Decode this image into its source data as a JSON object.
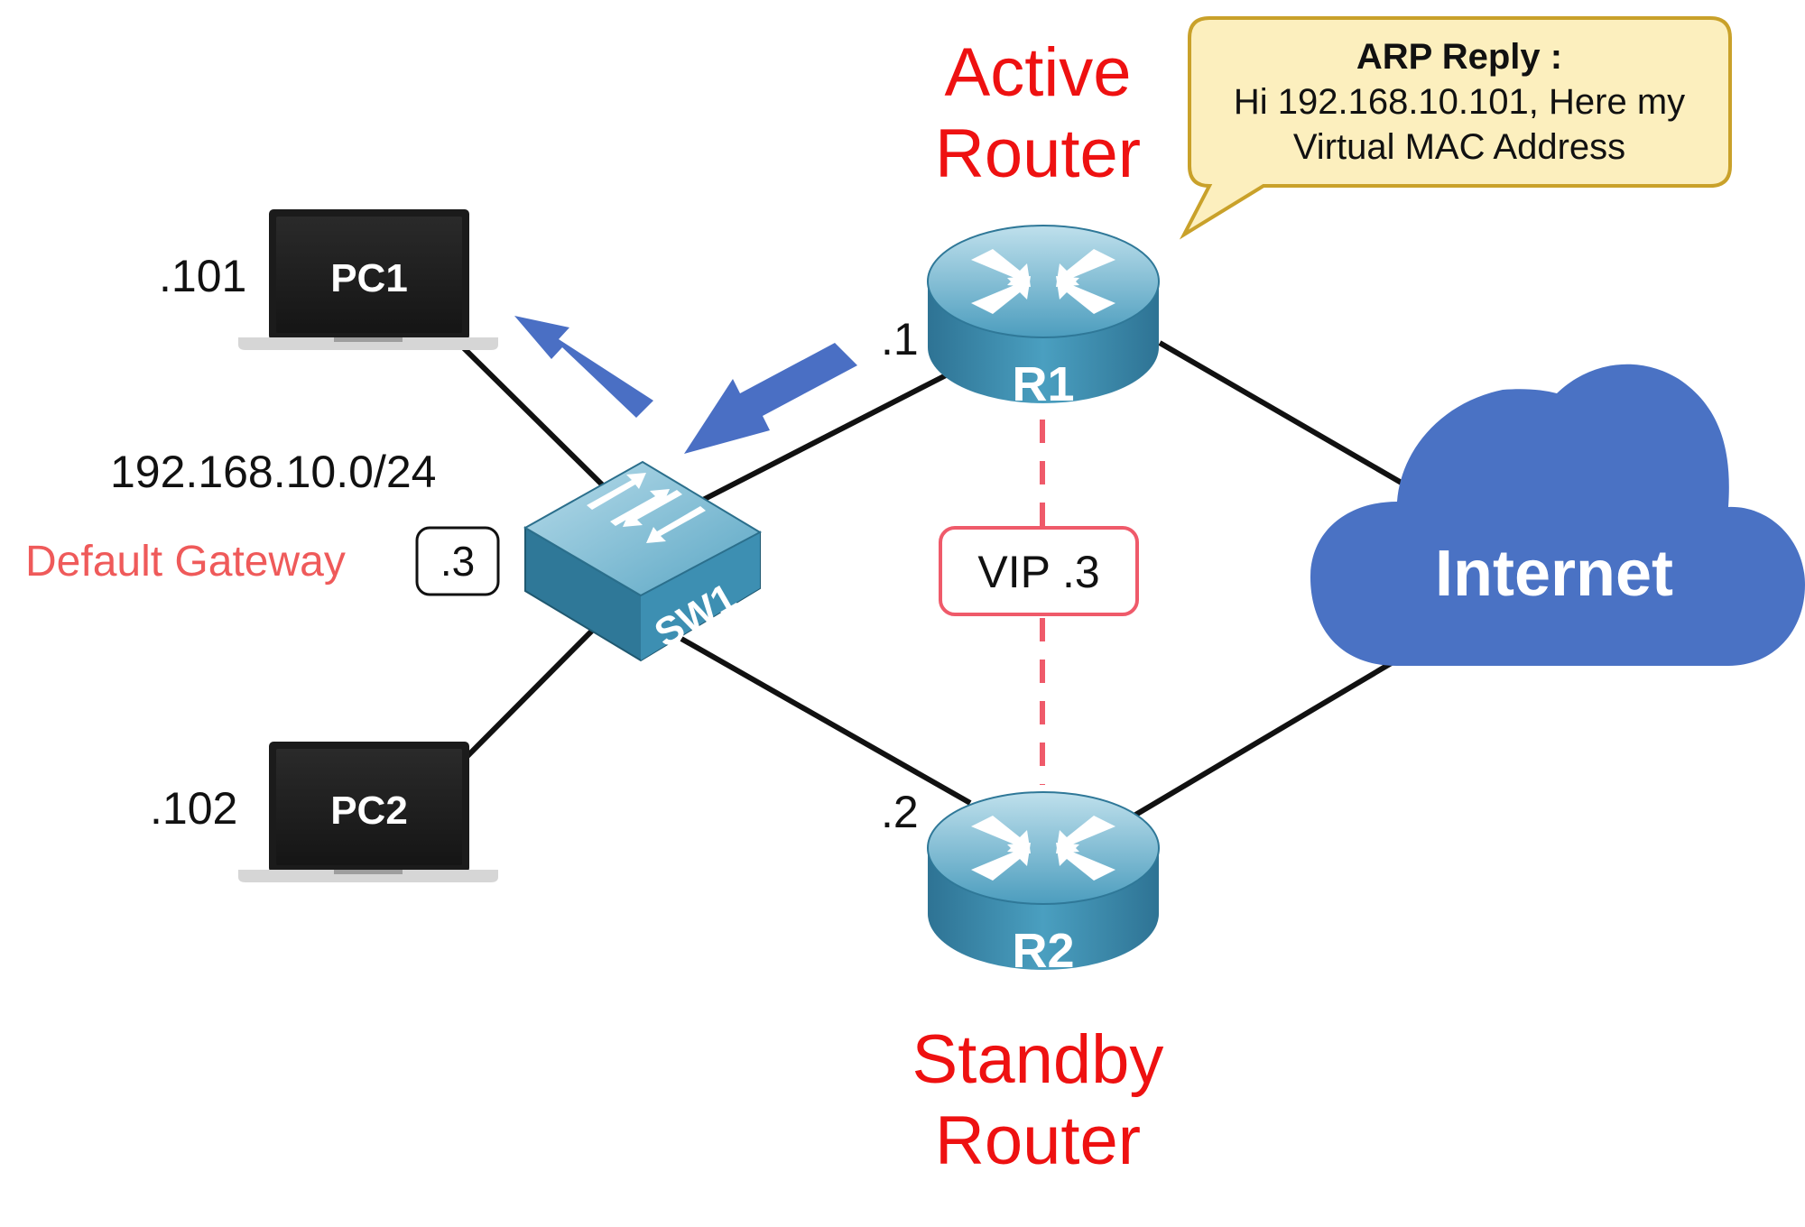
{
  "network": {
    "subnet": "192.168.10.0/24",
    "default_gateway_label": "Default Gateway",
    "default_gateway_value": ".3",
    "vip_label": "VIP .3"
  },
  "pcs": [
    {
      "label": "PC1",
      "host": ".101"
    },
    {
      "label": "PC2",
      "host": ".102"
    }
  ],
  "switch": {
    "label": "SW1"
  },
  "routers": [
    {
      "label": "R1",
      "host": ".1",
      "role_line1": "Active",
      "role_line2": "Router"
    },
    {
      "label": "R2",
      "host": ".2",
      "role_line1": "Standby",
      "role_line2": "Router"
    }
  ],
  "cloud": {
    "label": "Internet"
  },
  "bubble": {
    "title": "ARP Reply :",
    "line1": "Hi 192.168.10.101, Here my",
    "line2": "Virtual MAC Address"
  },
  "colors": {
    "cable": "#111111",
    "arrow": "#4a6fc4",
    "router_body": "#3a89aa",
    "cloud": "#4a72c4",
    "vip_dash": "#ef5a6a",
    "role_text": "#ee1111",
    "bubble_fill": "#fcefbe",
    "bubble_border": "#c9a12a"
  }
}
